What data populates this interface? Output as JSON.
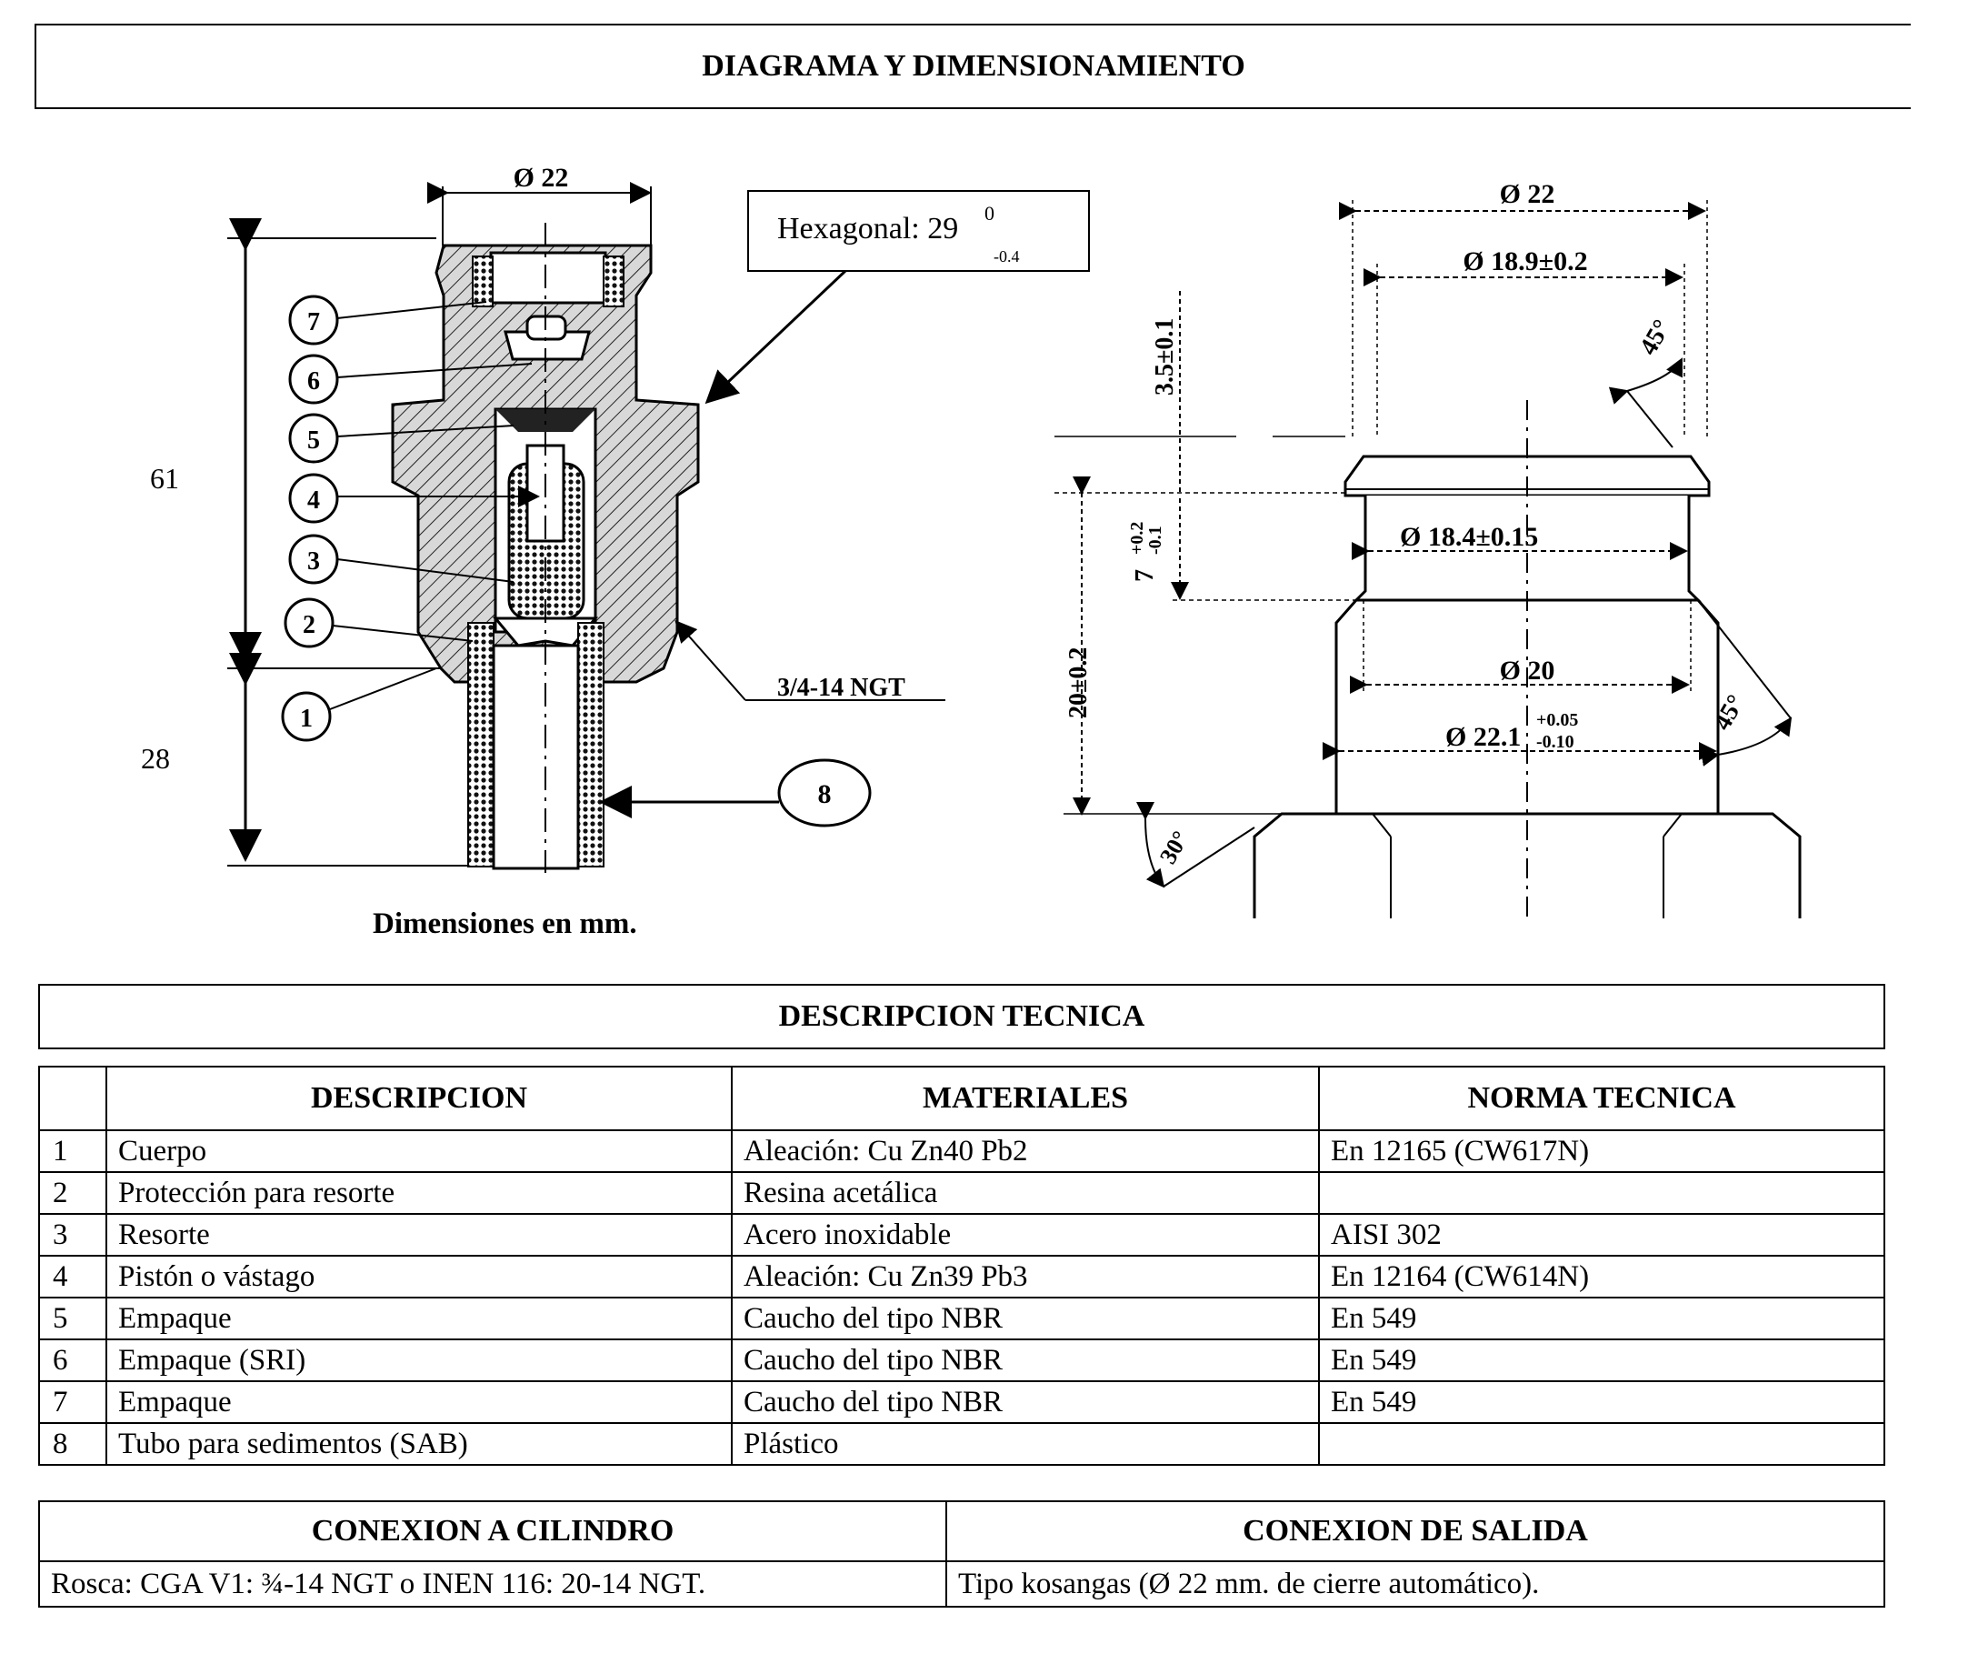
{
  "header": {
    "title": "DIAGRAMA Y DIMENSIONAMIENTO"
  },
  "diagram_left": {
    "dim_top": "Ø 22",
    "dim_61": "61",
    "dim_28": "28",
    "hex_label": "Hexagonal: 29",
    "hex_sup": "0",
    "hex_sub": "-0.4",
    "thread_label": "3/4-14 NGT",
    "parts": [
      "7",
      "6",
      "5",
      "4",
      "3",
      "2",
      "1",
      "8"
    ],
    "units_label": "Dimensiones  en  mm."
  },
  "diagram_right": {
    "d22": "Ø 22",
    "d189": "Ø 18.9±0.2",
    "a45_top": "45°",
    "h35": "3.5±0.1",
    "d184": "Ø 18.4±0.15",
    "h7": "7",
    "h7_tol_up": "+0.2",
    "h7_tol_dn": "-0.1",
    "d20": "Ø 20",
    "d221": "Ø 22.1",
    "d221_up": "+0.05",
    "d221_dn": "-0.10",
    "h20": "20±0.2",
    "a45_bot": "45°",
    "a30": "30°"
  },
  "tech": {
    "title": "DESCRIPCION TECNICA",
    "headers": [
      "",
      "DESCRIPCION",
      "MATERIALES",
      "NORMA TECNICA"
    ],
    "rows": [
      [
        "1",
        "Cuerpo",
        "Aleación: Cu Zn40 Pb2",
        "En 12165 (CW617N)"
      ],
      [
        "2",
        "Protección para resorte",
        "Resina acetálica",
        ""
      ],
      [
        "3",
        "Resorte",
        "Acero inoxidable",
        "AISI 302"
      ],
      [
        "4",
        "Pistón o vástago",
        "Aleación: Cu Zn39 Pb3",
        "En 12164  (CW614N)"
      ],
      [
        "5",
        "Empaque",
        "Caucho del tipo NBR",
        "En 549"
      ],
      [
        "6",
        "Empaque (SRI)",
        "Caucho del tipo NBR",
        "En 549"
      ],
      [
        "7",
        "Empaque",
        "Caucho del tipo NBR",
        "En 549"
      ],
      [
        "8",
        "Tubo para sedimentos (SAB)",
        "Plástico",
        ""
      ]
    ]
  },
  "connections": {
    "left_title": "CONEXION A CILINDRO",
    "right_title": "CONEXION DE SALIDA",
    "left_value": "Rosca: CGA V1: ¾-14 NGT o INEN 116:  20-14 NGT.",
    "right_value": "Tipo kosangas (Ø 22 mm. de cierre automático)."
  }
}
